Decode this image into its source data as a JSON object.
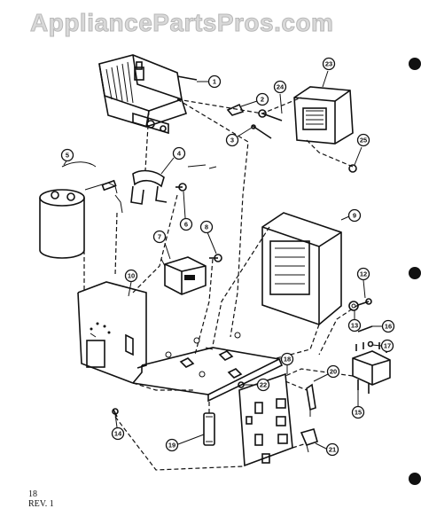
{
  "watermark": "AppliancePartsPros.com",
  "footer": {
    "page": "18",
    "revision": "REV. 1"
  },
  "callouts": [
    "1",
    "2",
    "3",
    "4",
    "5",
    "6",
    "7",
    "8",
    "9",
    "10",
    "12",
    "13",
    "14",
    "16",
    "17",
    "15",
    "18",
    "19",
    "20",
    "21",
    "22",
    "23",
    "24",
    "25"
  ],
  "colors": {
    "ink": "#111111",
    "paper": "#ffffff",
    "watermark": "#d9d9d9"
  }
}
